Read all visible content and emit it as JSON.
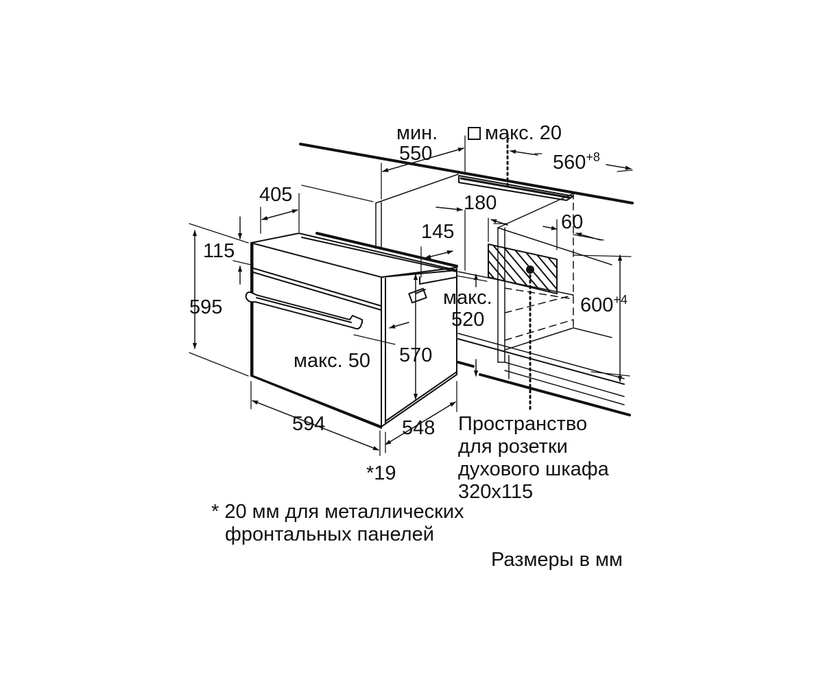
{
  "dimensions": {
    "d405": "405",
    "d115": "115",
    "d595": "595",
    "d594": "594",
    "d548": "548",
    "d19": "*19",
    "d570": "570",
    "d_max50": "макс. 50",
    "d145": "145",
    "d180": "180",
    "d60": "60",
    "d_max520_line1": "макс.",
    "d_max520_line2": "520",
    "d600": "600",
    "d600_tol": "+4",
    "d_min550_line1": "мин.",
    "d_min550_line2": "550",
    "d_max20": "макс. 20",
    "d560": "560",
    "d560_tol": "+8"
  },
  "notes": {
    "socket_line1": "Пространство",
    "socket_line2": "для розетки",
    "socket_line3": "духового шкафа",
    "socket_line4": "320x115",
    "footnote_line1": "* 20 мм для металлических",
    "footnote_line2": "фронтальных панелей",
    "units": "Размеры в мм"
  }
}
